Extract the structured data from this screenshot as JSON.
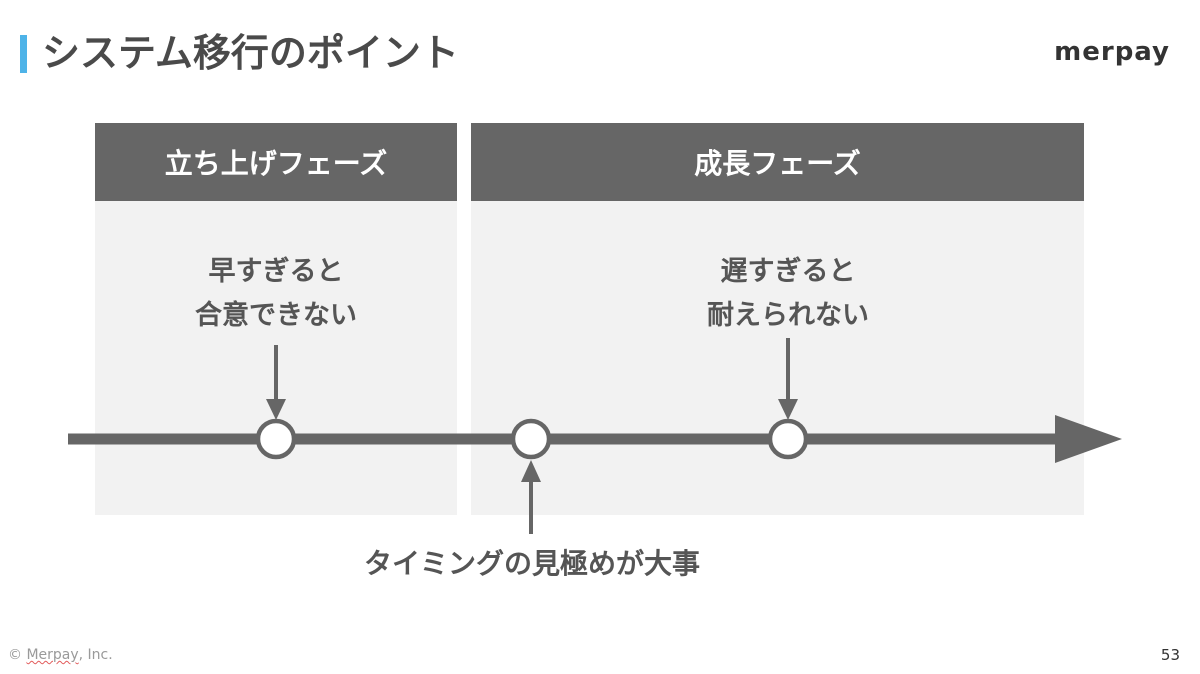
{
  "slide": {
    "title": "システム移行のポイント",
    "logo": "merpay",
    "page_number": "53",
    "copyright_prefix": "© ",
    "copyright_brand": "Merpay",
    "copyright_suffix": ", Inc."
  },
  "phases": [
    {
      "label": "立ち上げフェーズ"
    },
    {
      "label": "成長フェーズ"
    }
  ],
  "notes": {
    "early_line1": "早すぎると",
    "early_line2": "合意できない",
    "late_line1": "遅すぎると",
    "late_line2": "耐えられない",
    "bottom": "タイミングの見極めが大事"
  },
  "colors": {
    "accent": "#4eb3e8",
    "header_bg": "#666666",
    "panel_bg": "#f2f2f2",
    "timeline": "#666666"
  }
}
